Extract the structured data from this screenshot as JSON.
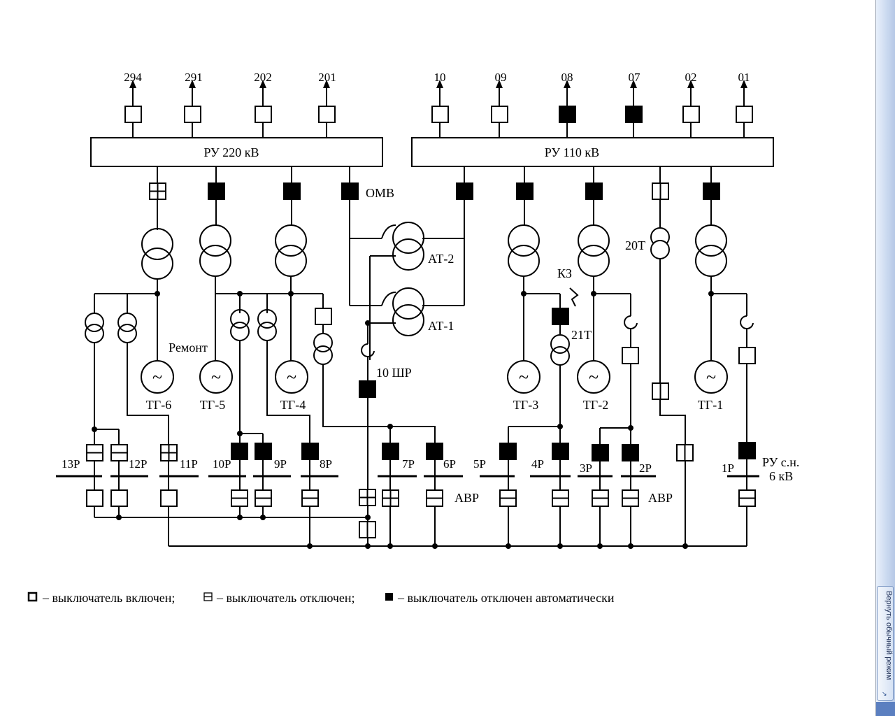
{
  "feeders_220": [
    "294",
    "291",
    "202",
    "201"
  ],
  "feeders_110": [
    "10",
    "09",
    "08",
    "07",
    "02",
    "01"
  ],
  "buses": {
    "ru220": "РУ 220 кВ",
    "ru110": "РУ 110 кВ"
  },
  "labels": {
    "omv": "ОМВ",
    "at2": "АТ-2",
    "at1": "АТ-1",
    "kz": "КЗ",
    "t20": "20Т",
    "t21": "21Т",
    "remont": "Ремонт",
    "shr10": "10 ШР",
    "tg6": "ТГ-6",
    "tg5": "ТГ-5",
    "tg4": "ТГ-4",
    "tg3": "ТГ-3",
    "tg2": "ТГ-2",
    "tg1": "ТГ-1",
    "r13": "13Р",
    "r12": "12Р",
    "r11": "11Р",
    "r10": "10Р",
    "r9": "9Р",
    "r8": "8Р",
    "r7": "7Р",
    "r6": "6Р",
    "r5": "5Р",
    "r4": "4Р",
    "r3": "3Р",
    "r2": "2Р",
    "r1": "1Р",
    "avr_a": "АВР",
    "avr_b": "АВР",
    "ru_sn_1": "РУ с.н.",
    "ru_sn_2": "6 кВ",
    "generator_symbol": "~"
  },
  "legend": {
    "on": "– выключатель включен;",
    "off": "– выключатель отключен;",
    "auto": "– выключатель отключен автоматически"
  },
  "side_panel": {
    "restore_label": "Вернуть обычный режим",
    "icon": "arrow-icon"
  },
  "colors": {
    "line": "#000000",
    "breaker_auto_off": "#000000",
    "panel": "#c9d8ef"
  }
}
